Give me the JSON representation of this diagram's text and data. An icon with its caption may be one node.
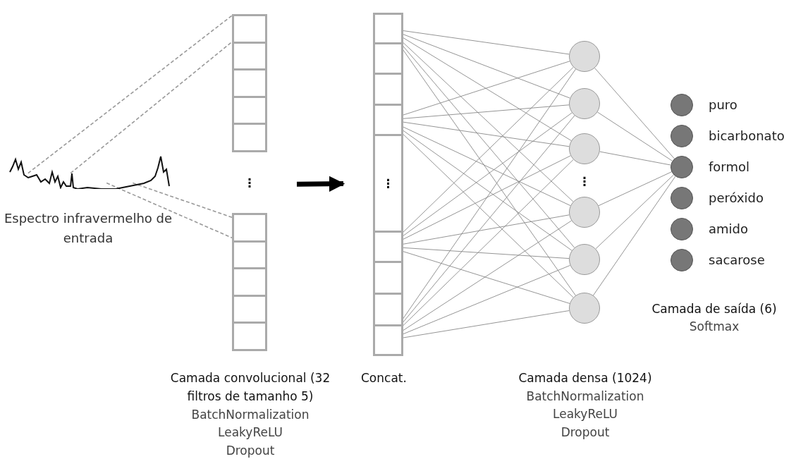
{
  "diagram": {
    "nodes": [
      {
        "text": [],
        "shape": "picture",
        "beside": [
          "Espectro infravermelho de entrada"
        ]
      },
      {
        "text": [],
        "shape": "bar",
        "beside": [
          "Camada convolucional (32 filtros de tamanho 5)",
          "BatchNormalization",
          "LeakyReLU",
          "Dropout"
        ]
      },
      {
        "text": [],
        "shape": "box",
        "in": 1
      },
      {
        "text": [],
        "shape": "box",
        "in": 1
      },
      {
        "text": [],
        "shape": "box",
        "in": 1
      },
      {
        "text": [],
        "shape": "box",
        "in": 1
      },
      {
        "text": [],
        "shape": "box",
        "in": 1
      },
      {
        "text": [],
        "shape": "box",
        "in": 1
      },
      {
        "text": [],
        "shape": "box",
        "in": 1
      },
      {
        "text": [],
        "shape": "box",
        "in": 1
      },
      {
        "text": [],
        "shape": "box",
        "in": 1
      },
      {
        "text": [],
        "shape": "box",
        "in": 1
      },
      {
        "text": [],
        "shape": "bar",
        "beside": [
          "Concat."
        ]
      },
      {
        "text": [],
        "shape": "box",
        "in": 12
      },
      {
        "text": [],
        "shape": "box",
        "in": 12
      },
      {
        "text": [],
        "shape": "box",
        "in": 12
      },
      {
        "text": [],
        "shape": "box",
        "in": 12
      },
      {
        "text": [
          "⋮"
        ],
        "in": 12
      },
      {
        "text": [],
        "shape": "box",
        "in": 12
      },
      {
        "text": [],
        "shape": "box",
        "in": 12
      },
      {
        "text": [],
        "shape": "box",
        "in": 12
      },
      {
        "text": [],
        "shape": "box",
        "in": 12
      },
      {
        "text": [],
        "shape": "circle"
      },
      {
        "text": [],
        "shape": "circle"
      },
      {
        "text": [],
        "shape": "circle"
      },
      {
        "text": [],
        "shape": "circle"
      },
      {
        "text": [],
        "shape": "circle"
      },
      {
        "text": [],
        "shape": "circle"
      },
      {
        "text": [],
        "shape": "circle",
        "beside": [
          "puro"
        ]
      },
      {
        "text": [],
        "shape": "circle",
        "beside": [
          "bicarbonato"
        ]
      },
      {
        "text": [],
        "shape": "circle",
        "beside": [
          "formol"
        ]
      },
      {
        "text": [],
        "shape": "circle",
        "beside": [
          "peróxido"
        ]
      },
      {
        "text": [],
        "shape": "circle",
        "beside": [
          "amido"
        ]
      },
      {
        "text": [],
        "shape": "circle",
        "beside": [
          "sacarose"
        ]
      }
    ],
    "edges": [
      {
        "from": 0,
        "to": 2,
        "arrow": "none",
        "style": "dashed"
      },
      {
        "from": 0,
        "to": 2,
        "arrow": "none",
        "style": "dashed"
      },
      {
        "from": 0,
        "to": 7,
        "arrow": "none",
        "style": "dashed"
      },
      {
        "from": 0,
        "to": 7,
        "arrow": "none",
        "style": "dashed"
      },
      {
        "from": 1,
        "to": 12,
        "arrow": "to",
        "style": "thick",
        "color": "#000000"
      },
      {
        "from": 13,
        "to": 22,
        "arrow": "none"
      },
      {
        "from": 13,
        "to": 23,
        "arrow": "none"
      },
      {
        "from": 13,
        "to": 24,
        "arrow": "none"
      },
      {
        "from": 13,
        "to": 25,
        "arrow": "none"
      },
      {
        "from": 13,
        "to": 26,
        "arrow": "none"
      },
      {
        "from": 13,
        "to": 27,
        "arrow": "none"
      },
      {
        "from": 16,
        "to": 22,
        "arrow": "none"
      },
      {
        "from": 16,
        "to": 23,
        "arrow": "none"
      },
      {
        "from": 16,
        "to": 24,
        "arrow": "none"
      },
      {
        "from": 16,
        "to": 25,
        "arrow": "none"
      },
      {
        "from": 16,
        "to": 26,
        "arrow": "none"
      },
      {
        "from": 16,
        "to": 27,
        "arrow": "none"
      },
      {
        "from": 18,
        "to": 22,
        "arrow": "none"
      },
      {
        "from": 18,
        "to": 23,
        "arrow": "none"
      },
      {
        "from": 18,
        "to": 24,
        "arrow": "none"
      },
      {
        "from": 18,
        "to": 25,
        "arrow": "none"
      },
      {
        "from": 18,
        "to": 26,
        "arrow": "none"
      },
      {
        "from": 18,
        "to": 27,
        "arrow": "none"
      },
      {
        "from": 21,
        "to": 22,
        "arrow": "none"
      },
      {
        "from": 21,
        "to": 23,
        "arrow": "none"
      },
      {
        "from": 21,
        "to": 24,
        "arrow": "none"
      },
      {
        "from": 21,
        "to": 25,
        "arrow": "none"
      },
      {
        "from": 21,
        "to": 26,
        "arrow": "none"
      },
      {
        "from": 21,
        "to": 27,
        "arrow": "none"
      },
      {
        "from": 22,
        "to": 30,
        "arrow": "none"
      },
      {
        "from": 23,
        "to": 30,
        "arrow": "none"
      },
      {
        "from": 24,
        "to": 30,
        "arrow": "none"
      },
      {
        "from": 25,
        "to": 30,
        "arrow": "none"
      },
      {
        "from": 26,
        "to": 30,
        "arrow": "none"
      },
      {
        "from": 27,
        "to": 30,
        "arrow": "none"
      }
    ],
    "labels": [
      "⋮",
      "⋮",
      "Camada densa (1024)",
      "BatchNormalization",
      "LeakyReLU",
      "Dropout",
      "Camada de saída (6)",
      "Softmax"
    ]
  }
}
